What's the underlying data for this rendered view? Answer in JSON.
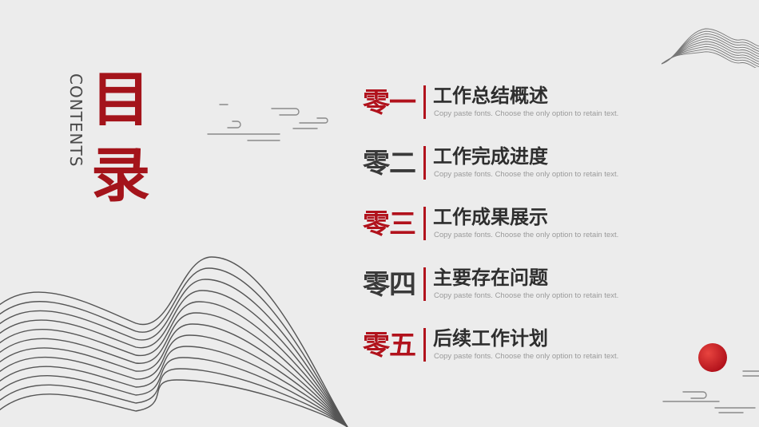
{
  "slide": {
    "contents_label": "CONTENTS",
    "title_line1": "目",
    "title_line2": "录",
    "items": [
      {
        "number": "零一",
        "heading": "工作总结概述",
        "subtitle": "Copy paste fonts. Choose the only option to retain text.",
        "number_color": "#b1121c"
      },
      {
        "number": "零二",
        "heading": "工作完成进度",
        "subtitle": "Copy paste fonts. Choose the only option to retain text.",
        "number_color": "#3a3a3a"
      },
      {
        "number": "零三",
        "heading": "工作成果展示",
        "subtitle": "Copy paste fonts. Choose the only option to retain text.",
        "number_color": "#b1121c"
      },
      {
        "number": "零四",
        "heading": "主要存在问题",
        "subtitle": "Copy paste fonts. Choose the only option to retain text.",
        "number_color": "#3a3a3a"
      },
      {
        "number": "零五",
        "heading": "后续工作计划",
        "subtitle": "Copy paste fonts. Choose the only option to retain text.",
        "number_color": "#b1121c"
      }
    ]
  },
  "colors": {
    "background": "#ececec",
    "accent_red": "#b1121c",
    "title_red": "#a4141b",
    "text_dark": "#2e2e2e",
    "text_muted": "#9a9a9a"
  },
  "decorations": {
    "mountain_left": "mountain-lines-icon",
    "mountain_top_right": "mountain-lines-icon",
    "clouds": "cloud-lines-icon",
    "sun": "red-sun-icon"
  }
}
